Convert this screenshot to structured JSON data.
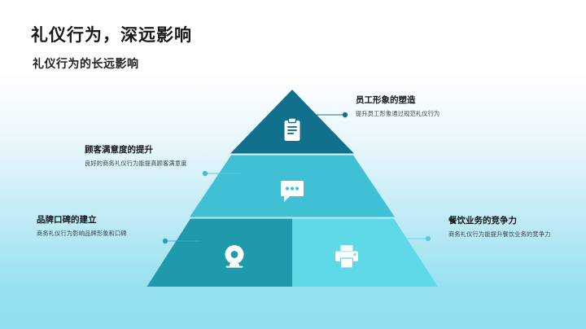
{
  "slide": {
    "title": "礼仪行为，深远影响",
    "subtitle": "礼仪行为的长远影响"
  },
  "colors": {
    "tier_top": "#11718c",
    "tier_middle": "#3fc0d4",
    "tier_bottom_left": "#1f9aad",
    "tier_bottom_right": "#5fd8e8",
    "connector_top": "#1b6f87",
    "connector_light": "#5ec9dd",
    "background_top": "#ffffff",
    "background_bottom": "#90dff0",
    "heading_text": "#15151a",
    "body_text": "#3a4248"
  },
  "pyramid": {
    "tiers": [
      {
        "id": "top",
        "icon": "clipboard-icon",
        "color": "#11718c",
        "callout": {
          "heading": "员工形象的塑造",
          "body": "提升员工形象通过规范礼仪行为",
          "side": "right"
        }
      },
      {
        "id": "middle",
        "icon": "chat-bubble-icon",
        "color": "#3fc0d4",
        "callout": {
          "heading": "顾客满意度的提升",
          "body": "良好的商务礼仪行为能提高顾客满意度",
          "side": "left"
        }
      },
      {
        "id": "bottom-left",
        "icon": "webcam-icon",
        "color": "#1f9aad",
        "callout": {
          "heading": "品牌口碑的建立",
          "body": "商务礼仪行为影响品牌形象和口碑",
          "side": "left"
        }
      },
      {
        "id": "bottom-right",
        "icon": "printer-icon",
        "color": "#5fd8e8",
        "callout": {
          "heading": "餐饮业务的竞争力",
          "body": "商务礼仪行为能提升餐饮业务的竞争力",
          "side": "right"
        }
      }
    ]
  }
}
